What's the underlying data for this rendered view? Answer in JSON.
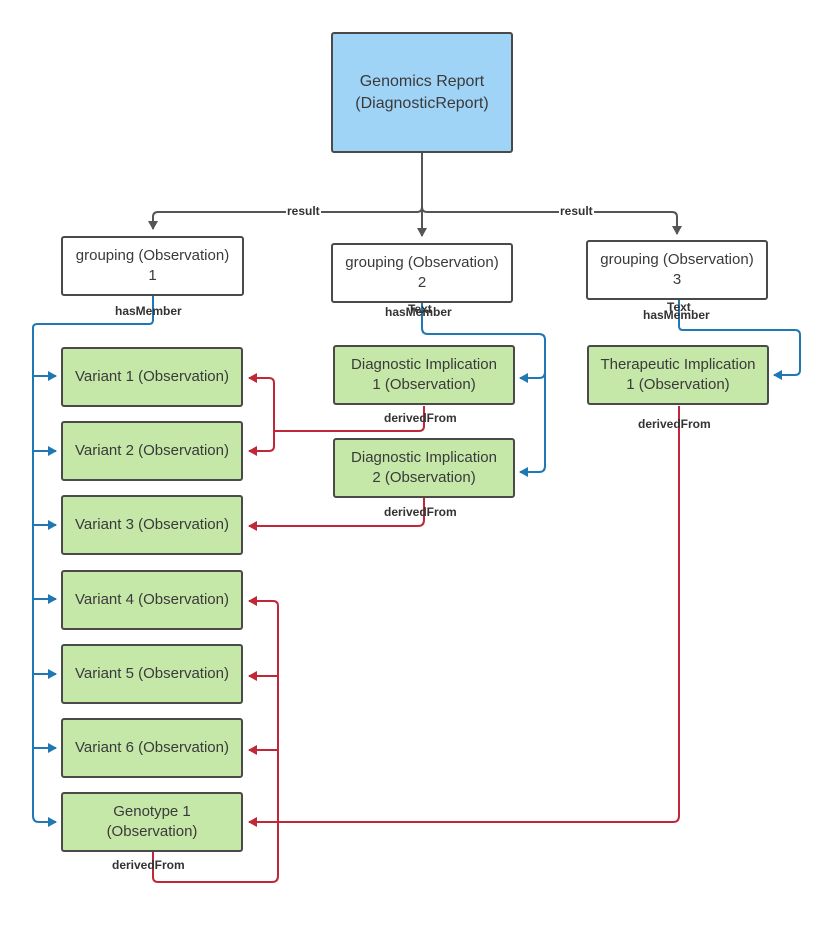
{
  "colors": {
    "report_fill": "#9fd4f7",
    "observation_fill": "#c5e7a8",
    "grouping_fill": "#ffffff",
    "result_edge": "#555555",
    "hasMember_edge": "#1f77b4",
    "derivedFrom_edge": "#c0283a"
  },
  "nodes": {
    "report": {
      "line1": "Genomics Report",
      "line2": "(DiagnosticReport)"
    },
    "grouping1": {
      "line1": "grouping (Observation)",
      "line2": "1"
    },
    "grouping2": {
      "line1": "grouping (Observation)",
      "line2": "2"
    },
    "grouping3": {
      "line1": "grouping (Observation)",
      "line2": "3"
    },
    "variant1": "Variant 1 (Observation)",
    "variant2": "Variant 2 (Observation)",
    "variant3": "Variant 3 (Observation)",
    "variant4": "Variant 4 (Observation)",
    "variant5": "Variant 5 (Observation)",
    "variant6": "Variant 6 (Observation)",
    "genotype1": {
      "line1": "Genotype 1",
      "line2": "(Observation)"
    },
    "dx_impl1": {
      "line1": "Diagnostic Implication",
      "line2": "1 (Observation)"
    },
    "dx_impl2": {
      "line1": "Diagnostic Implication",
      "line2": "2 (Observation)"
    },
    "tx_impl1": {
      "line1": "Therapeutic Implication",
      "line2": "1 (Observation)"
    }
  },
  "edge_labels": {
    "result_left": "result",
    "result_right": "result",
    "hasMember_g1": "hasMember",
    "hasMember_g2": "hasMember",
    "hasMember_g3": "hasMember",
    "text_g2": "Text",
    "text_g3": "Text",
    "derivedFrom_dx1": "derivedFrom",
    "derivedFrom_dx2": "derivedFrom",
    "derivedFrom_tx1": "derivedFrom",
    "derivedFrom_genotype": "derivedFrom"
  }
}
